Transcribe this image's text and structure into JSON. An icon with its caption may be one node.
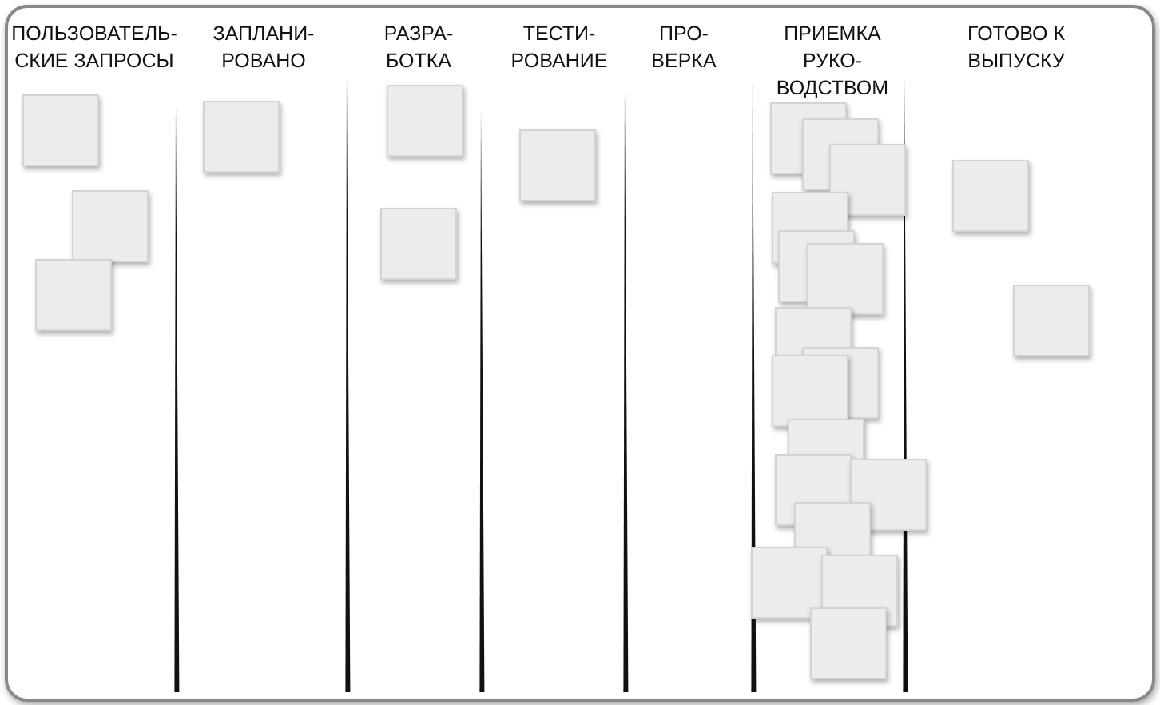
{
  "diagram": {
    "labels": [
      "ПОЛЬЗОВАТЕЛЬ- СКИЕ ЗАПРОСЫ",
      "ЗАПЛАНИ- РОВАНО",
      "РАЗРА- БОТКА",
      "ТЕСТИ- РОВАНИЕ",
      "ПРО- ВЕРКА",
      "ПРИЕМКА РУКО- ВОДСТВОМ",
      "ГОТОВО К ВЫПУСКУ"
    ]
  }
}
